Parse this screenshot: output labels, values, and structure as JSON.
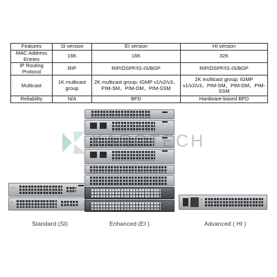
{
  "table": {
    "headers": [
      "Features",
      "SI version",
      "EI version",
      "HI version"
    ],
    "rows": [
      {
        "feature": "MAC Address Entries",
        "si": "16K",
        "ei": "16K",
        "hi": "32K"
      },
      {
        "feature": "IP Routing Protocol",
        "si": "RIP",
        "ei": "RIP/OSPF/IS-IS/BGP",
        "hi": "RIP/OSPF/IS-IS/BGP"
      },
      {
        "feature": "Multicast",
        "si": "1K multicast group",
        "ei": "2K multicast group; IGMP v1/v2/v3、PIM-SM、PIM-DM、PIM-SSM",
        "hi": "2K multicast group; IGMP v1/v2/v3、PIM-SM、PIM-DM、PIM-SSM"
      },
      {
        "feature": "Reliability",
        "si": "N/A",
        "ei": "BFD",
        "hi": "Hardware-based BFD"
      }
    ]
  },
  "captions": {
    "standard": "Standard (SI)",
    "enhanced": "Enhanced (EI )",
    "advanced": "Advanced ( HI )"
  },
  "watermark": {
    "text": "KAROTECH",
    "colors": [
      "#7fc3a8",
      "#a7d6c1",
      "#c7c9cb"
    ]
  }
}
